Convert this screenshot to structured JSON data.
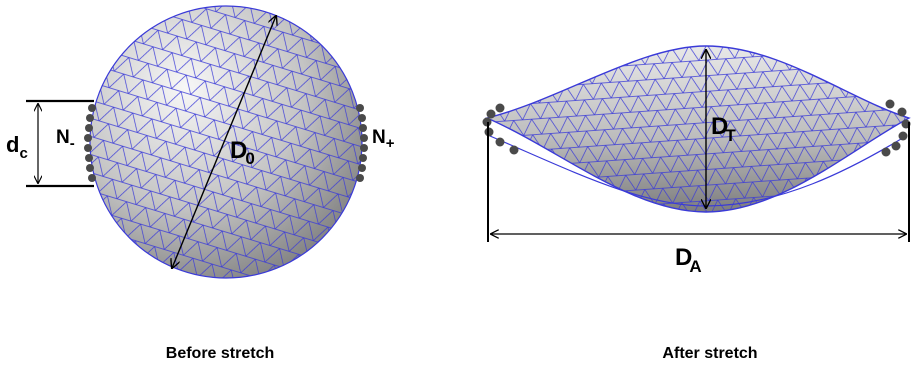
{
  "panels": {
    "before": {
      "caption": "Before stretch",
      "labels": {
        "dc_main": "d",
        "dc_sub": "c",
        "nminus_main": "N",
        "nminus_sub": "-",
        "nplus_main": "N",
        "nplus_sub": "+",
        "d0_main": "D",
        "d0_sub": "0"
      }
    },
    "after": {
      "caption": "After stretch",
      "labels": {
        "dt_main": "D",
        "dt_sub": "T",
        "da_main": "D",
        "da_sub": "A"
      }
    }
  },
  "colors": {
    "mesh": "#3a3ad8",
    "surface_light": "#f4f4f4",
    "surface_dark": "#7c7c7c",
    "bead": "#4a4a4a",
    "annotation": "#000000"
  }
}
